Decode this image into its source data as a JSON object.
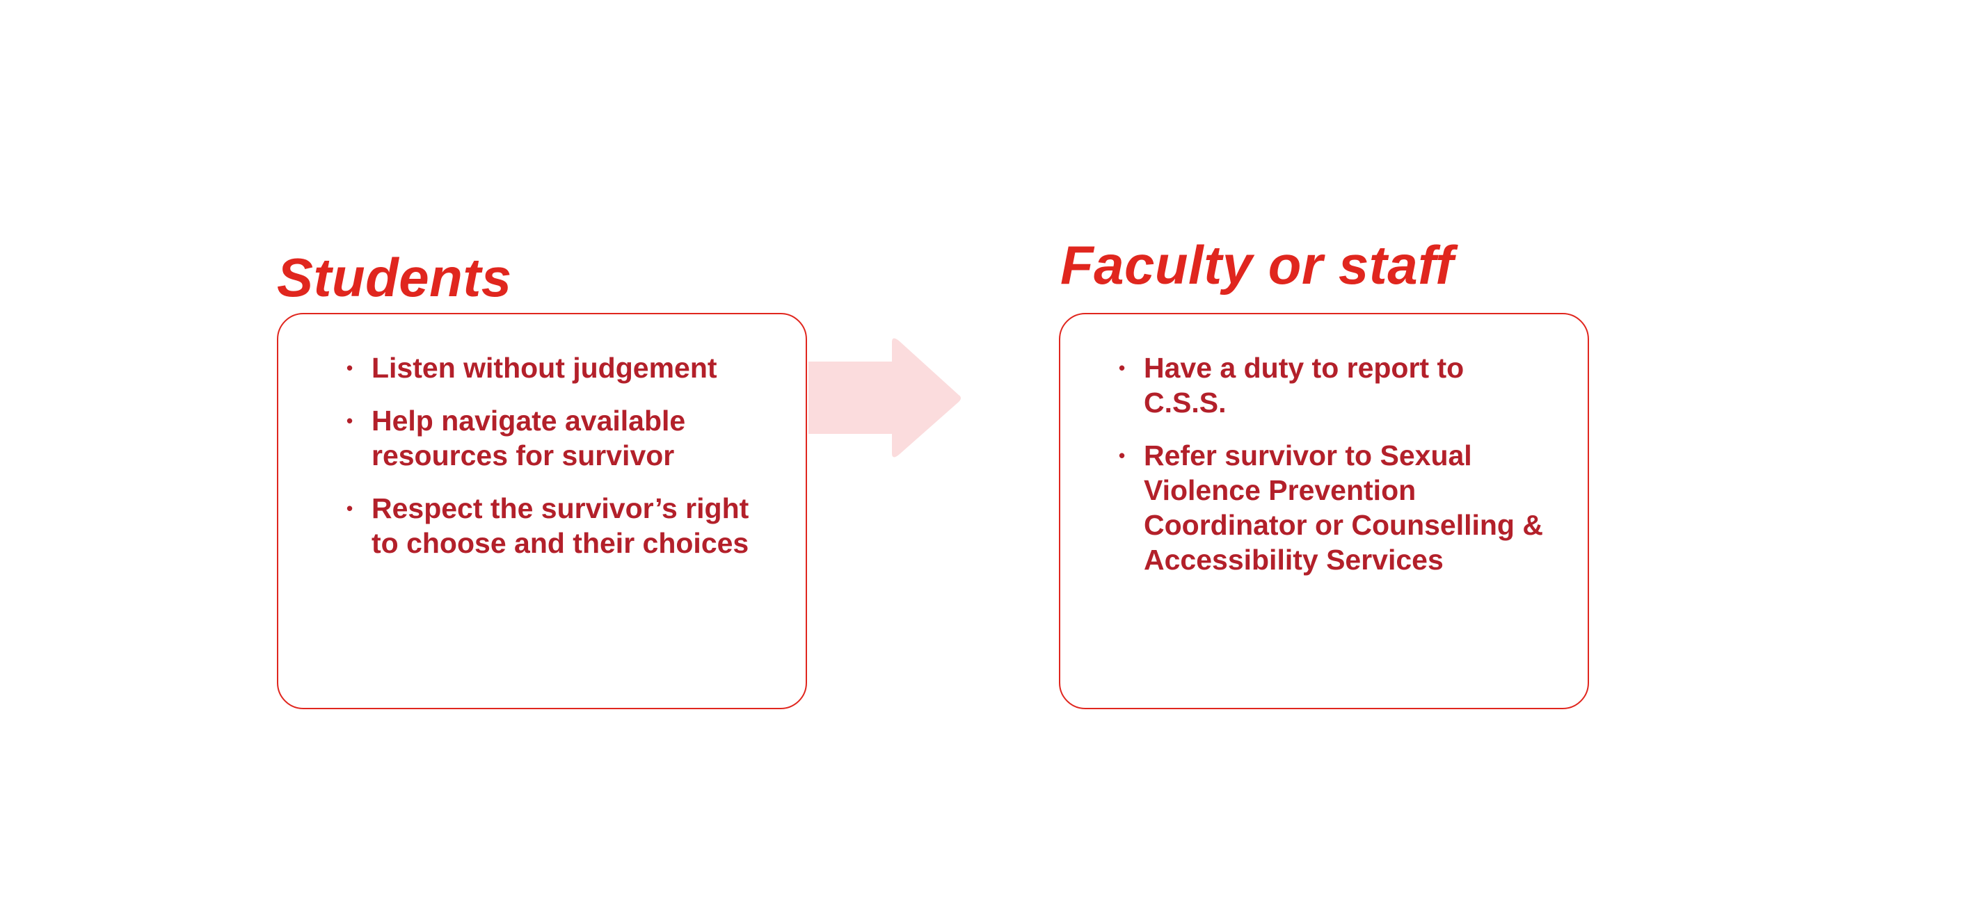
{
  "colors": {
    "heading": "#e0261e",
    "text": "#b3202a",
    "border": "#e0261e",
    "arrow": "#fbdcdd"
  },
  "students": {
    "title": "Students",
    "items": [
      "Listen without judgement",
      "Help navigate available resources for survivor",
      "Respect the survivor’s right to choose and their choices"
    ]
  },
  "faculty": {
    "title": "Faculty or staff",
    "items": [
      "Have a duty to report to C.S.S.",
      "Refer survivor to Sexual Violence Prevention Coordinator or Counselling & Accessibility Services"
    ]
  },
  "icons": {
    "connector": "right-arrow-icon",
    "bullet": "•"
  }
}
